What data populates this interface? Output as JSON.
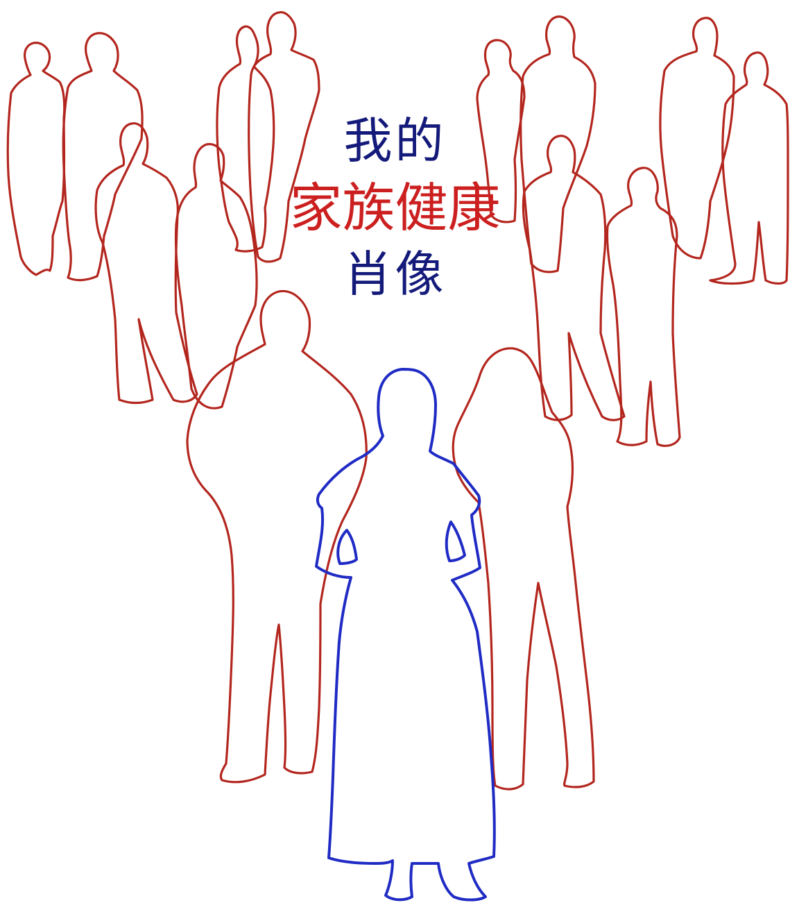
{
  "title": {
    "line1": "我的",
    "line2": "家族健康",
    "line3": "肖像"
  },
  "colors": {
    "background": "#ffffff",
    "family_outline": "#b3261e",
    "self_outline": "#1f2bc4",
    "title_navy": "#141a7a",
    "title_red": "#cc1f1f"
  },
  "figures": {
    "family_members": 14,
    "self": 1
  }
}
